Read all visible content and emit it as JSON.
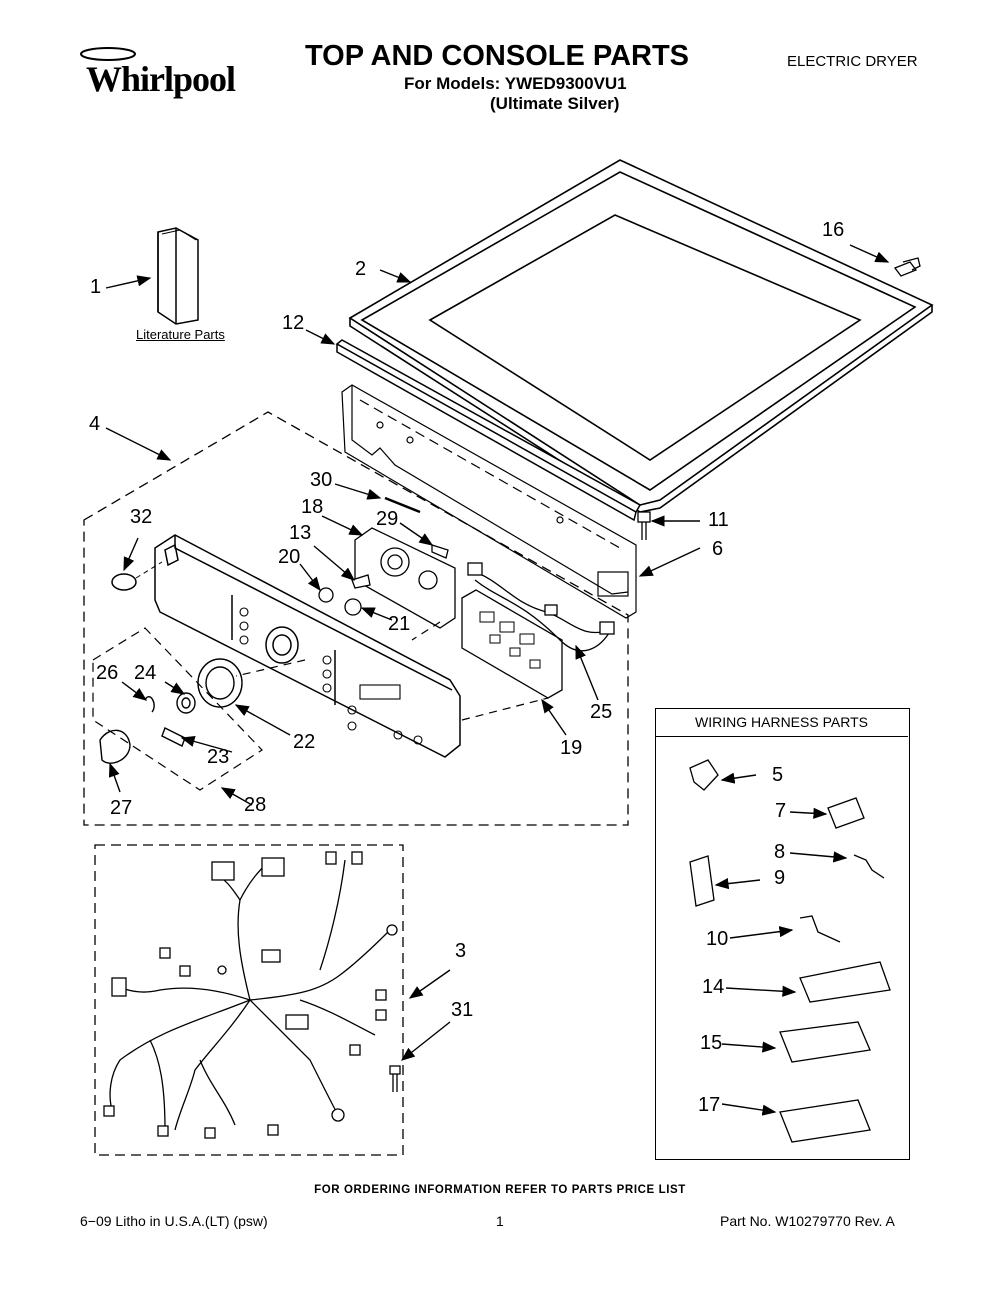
{
  "header": {
    "brand": "Whirlpool",
    "title": "TOP AND CONSOLE PARTS",
    "models_line": "For Models: YWED9300VU1",
    "color_line": "(Ultimate Silver)",
    "doc_type": "ELECTRIC DRYER"
  },
  "diagram": {
    "literature_label": "Literature Parts",
    "wiring_box_title": "WIRING HARNESS PARTS",
    "callouts": [
      "1",
      "2",
      "3",
      "4",
      "5",
      "6",
      "7",
      "8",
      "9",
      "10",
      "11",
      "12",
      "13",
      "14",
      "15",
      "16",
      "17",
      "18",
      "19",
      "20",
      "21",
      "22",
      "23",
      "24",
      "25",
      "26",
      "27",
      "28",
      "29",
      "30",
      "31",
      "32"
    ]
  },
  "footer": {
    "ordering_note": "FOR ORDERING INFORMATION REFER TO PARTS PRICE LIST",
    "litho": "6−09 Litho in U.S.A.(LT) (psw)",
    "page": "1",
    "part_no": "Part No. W10279770 Rev. A"
  }
}
